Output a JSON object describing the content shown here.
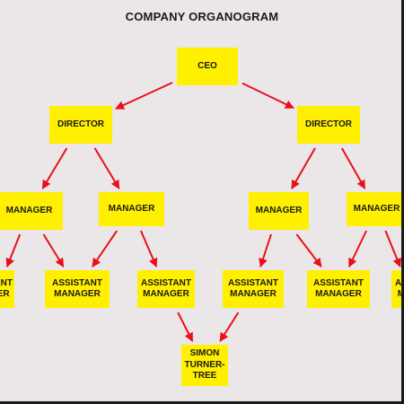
{
  "title": "COMPANY ORGANOGRAM",
  "colors": {
    "box": "#ffef00",
    "arrow": "#e8101a",
    "background": "#ebe7e8"
  },
  "nodes": {
    "ceo": "CEO",
    "director_left": "DIRECTOR",
    "director_right": "DIRECTOR",
    "manager_1": "MANAGER",
    "manager_2": "MANAGER",
    "manager_3": "MANAGER",
    "manager_4": "MANAGER",
    "assistant_1": [
      "ANT",
      "ER"
    ],
    "assistant_2": [
      "ASSISTANT",
      "MANAGER"
    ],
    "assistant_3": [
      "ASSISTANT",
      "MANAGER"
    ],
    "assistant_4": [
      "ASSISTANT",
      "MANAGER"
    ],
    "assistant_5": [
      "ASSISTANT",
      "MANAGER"
    ],
    "assistant_6": [
      "AS",
      "M"
    ],
    "simon": [
      "SIMON",
      "TURNER-",
      "TREE"
    ]
  },
  "edges": [
    [
      "ceo",
      "director_left"
    ],
    [
      "ceo",
      "director_right"
    ],
    [
      "director_left",
      "manager_1"
    ],
    [
      "director_left",
      "manager_2"
    ],
    [
      "director_right",
      "manager_3"
    ],
    [
      "director_right",
      "manager_4"
    ],
    [
      "manager_1",
      "assistant_1"
    ],
    [
      "manager_1",
      "assistant_2"
    ],
    [
      "manager_2",
      "assistant_2"
    ],
    [
      "manager_2",
      "assistant_3"
    ],
    [
      "manager_3",
      "assistant_4"
    ],
    [
      "manager_3",
      "assistant_5"
    ],
    [
      "manager_4",
      "assistant_5"
    ],
    [
      "manager_4",
      "assistant_6"
    ],
    [
      "assistant_3",
      "simon"
    ],
    [
      "assistant_4",
      "simon"
    ]
  ]
}
